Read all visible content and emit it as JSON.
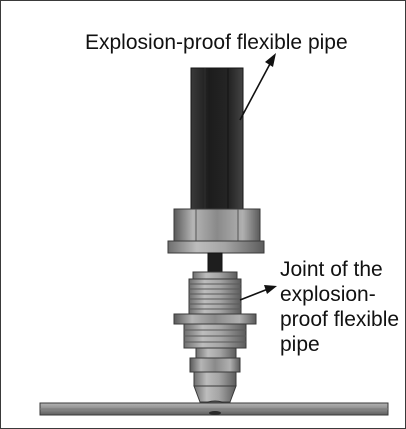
{
  "labels": {
    "flexible_pipe": "Explosion-proof flexible pipe",
    "joint_lines": [
      "Joint of the",
      "explosion-",
      "proof flexible",
      "pipe"
    ]
  },
  "colors": {
    "pipe_dark": "#1f1f1f",
    "metal_grey": "#9c9c9c",
    "outline": "#3a3a3a",
    "base_plate": "#8e8e8e",
    "annotation": "#111111"
  }
}
